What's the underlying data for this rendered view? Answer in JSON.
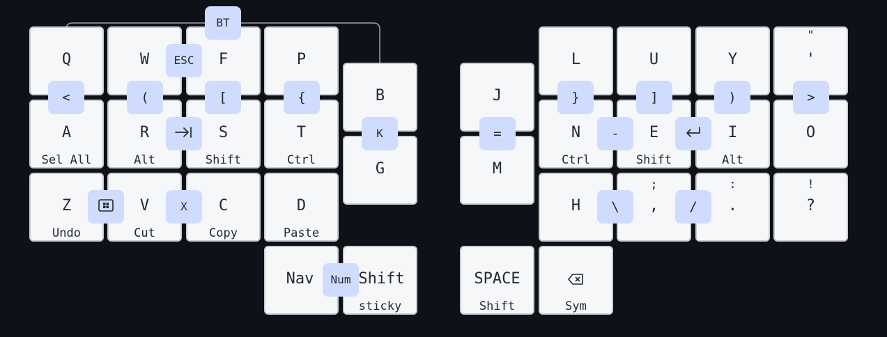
{
  "keys": {
    "q": {
      "tap": "Q",
      "hold": ""
    },
    "w": {
      "tap": "W",
      "hold": ""
    },
    "f": {
      "tap": "F",
      "hold": ""
    },
    "p": {
      "tap": "P",
      "hold": ""
    },
    "b": {
      "tap": "B",
      "hold": ""
    },
    "a": {
      "tap": "A",
      "hold": "Sel All"
    },
    "r": {
      "tap": "R",
      "hold": "Alt"
    },
    "s": {
      "tap": "S",
      "hold": "Shift"
    },
    "t": {
      "tap": "T",
      "hold": "Ctrl"
    },
    "g": {
      "tap": "G",
      "hold": ""
    },
    "z": {
      "tap": "Z",
      "hold": "Undo"
    },
    "v": {
      "tap": "V",
      "hold": "Cut"
    },
    "c": {
      "tap": "C",
      "hold": "Copy"
    },
    "d": {
      "tap": "D",
      "hold": "Paste"
    },
    "nav": {
      "tap": "Nav",
      "hold": ""
    },
    "shift": {
      "tap": "Shift",
      "hold": "sticky"
    },
    "j": {
      "tap": "J",
      "hold": ""
    },
    "l": {
      "tap": "L",
      "hold": ""
    },
    "u": {
      "tap": "U",
      "hold": ""
    },
    "y": {
      "tap": "Y",
      "hold": ""
    },
    "quote": {
      "tap": "'",
      "shifted": "\"",
      "hold": ""
    },
    "m": {
      "tap": "M",
      "hold": ""
    },
    "n": {
      "tap": "N",
      "hold": "Ctrl"
    },
    "e": {
      "tap": "E",
      "hold": "Shift"
    },
    "i": {
      "tap": "I",
      "hold": "Alt"
    },
    "o": {
      "tap": "O",
      "hold": ""
    },
    "h": {
      "tap": "H",
      "hold": ""
    },
    "comma": {
      "tap": ",",
      "shifted": ";",
      "hold": ""
    },
    "dot": {
      "tap": ".",
      "shifted": ":",
      "hold": ""
    },
    "question": {
      "tap": "?",
      "shifted": "!",
      "hold": ""
    },
    "space": {
      "tap": "SPACE",
      "hold": "Shift"
    },
    "backspace": {
      "tap_icon": "backspace-icon",
      "hold": "Sym"
    }
  },
  "combos": {
    "bt": "BT",
    "esc": "ESC",
    "lt": "<",
    "lparen": "(",
    "lbracket": "[",
    "lbrace": "{",
    "k": "K",
    "tab_icon": "tab-icon",
    "equals": "=",
    "rbrace": "}",
    "rbracket": "]",
    "rparen": ")",
    "gt": ">",
    "minus": "-",
    "enter_icon": "enter-icon",
    "win_icon": "windows-key-icon",
    "x": "X",
    "backslash": "\\",
    "slash": "/",
    "num": "Num"
  },
  "colors": {
    "background": "#0e1117",
    "key": "#f6f7f8",
    "key_border": "#c8ccd2",
    "combo": "#cfdcfd",
    "text": "#24292f",
    "connector": "#9aa1aa"
  }
}
